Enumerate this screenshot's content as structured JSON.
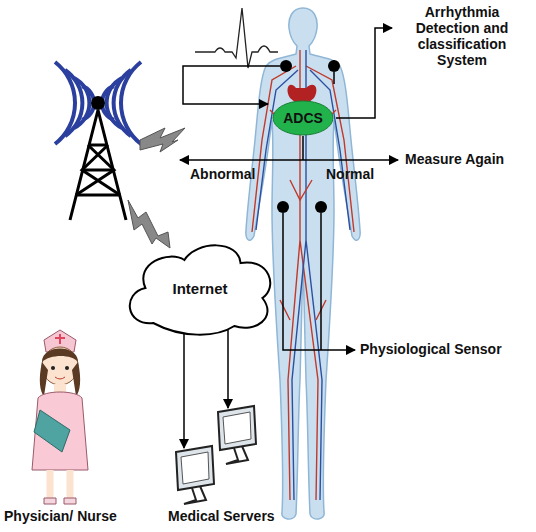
{
  "diagram": {
    "nodes": [
      {
        "text": [
          "ADCS"
        ]
      },
      {
        "text": [
          "Internet"
        ]
      }
    ],
    "labels": [
      "Arrhythmia Detection and classification System",
      "Abnormal",
      "Normal",
      "Measure Again",
      "Physiological Sensor",
      "Physician/ Nurse",
      "Medical Servers"
    ]
  }
}
